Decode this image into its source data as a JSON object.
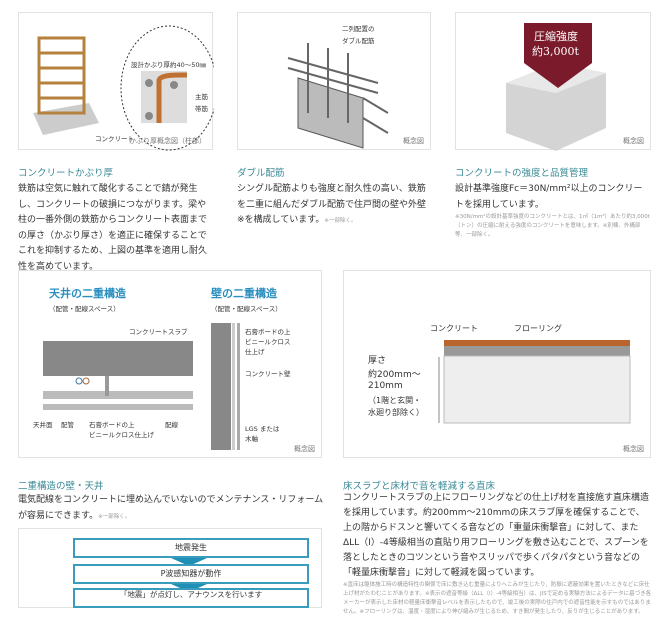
{
  "cards": [
    {
      "caption": "かぶり厚概念図（柱部）",
      "labels": [
        "設計かぶり厚約40～50㎜",
        "主筋",
        "帯筋",
        "コンクリート"
      ],
      "heading": "コンクリートかぶり厚",
      "body": "鉄筋は空気に触れて酸化することで錆が発生し、コンクリートの破損につながります。梁や柱の一番外側の鉄筋からコンクリート表面までの厚さ（かぶり厚さ）を適正に確保することでこれを抑制するため、上図の基準を適用し耐久性を高めています。"
    },
    {
      "caption": "概念図",
      "labels": [
        "二列配置の",
        "ダブル配筋"
      ],
      "heading": "ダブル配筋",
      "body": "シングル配筋よりも強度と耐久性の高い、鉄筋を二重に組んだダブル配筋で住戸間の壁や外壁※を構成しています。",
      "note": "※一部除く。"
    },
    {
      "caption": "概念図",
      "labels": [
        "圧縮強度",
        "約3,000t"
      ],
      "heading": "コンクリートの強度と品質管理",
      "body": "設計基準強度Fc＝30N/mm²以上のコンクリートを採用しています。",
      "note": "※30N/mm²の設計基準強度のコンクリートとは、1㎡（1m²）あたり約3,000t（トン）の圧縮に耐える強度のコンクリートを意味します。※別棟、外構部等、一部除く。"
    },
    {
      "caption": "概念図",
      "labels": [
        "天井の二重構造",
        "（配管・配線スペース）",
        "壁の二重構造",
        "（配管・配線スペース）",
        "コンクリートスラブ",
        "天井面",
        "配管",
        "石膏ボードの上",
        "ビニールクロス仕上げ",
        "配線",
        "石膏ボードの上",
        "ビニールクロス",
        "仕上げ",
        "コンクリート壁",
        "LGS または",
        "木軸"
      ],
      "heading": "二重構造の壁・天井",
      "body": "電気配線をコンクリートに埋め込んでいないのでメンテナンス・リフォームが容易にできます。",
      "note": "※一部除く。"
    },
    {
      "caption": "概念図",
      "labels": [
        "コンクリート",
        "フローリング",
        "厚さ",
        "約200mm～",
        "210mm",
        "（1階と玄関・",
        "水廻り部除く）"
      ],
      "heading": "床スラブと床材で音を軽減する直床",
      "body": "コンクリートスラブの上にフローリングなどの仕上げ材を直接施す直床構造を採用しています。約200mm～210mmの床スラブ厚を確保することで、上の階からドスンと響いてくる音などの「重量床衝撃音」に対して、またΔLL（Ⅰ）-4等級相当の直貼り用フローリングを敷き込むことで、スプーンを落としたときのコツンという音やスリッパで歩くパタパタという音などの「軽量床衝撃音」に対して軽減を図っています。",
      "note": "※直床は躯体施工時の構造特性の関係で床に敷き込む重量によりへこみが生じたり、防振に遮蔽効果を置いたときなどに床仕上げ材がたわむことがあります。※表示の遮音等級（ΔLL（Ⅰ）-4等級相当）は、JISで定める実験方法によるデータに基づき各メーカーが表示した床材の軽量床衝撃音レベルを表示したもので、竣工後の実際の住戸内での遮音性能を示すものではありません。※フローリングは、温度・湿度により伸び縮みが生じるため、すき間が発生したり、反りが生じることがあります。"
    }
  ],
  "flow": [
    "地震発生",
    "P波感知器が動作",
    "「地震」が点灯し、アナウンスを行います"
  ],
  "colors": {
    "accent": "#3a8a96",
    "flow_border": "#3b9bbd",
    "badge": "#7a1a2a",
    "flooring": "#b8652e"
  }
}
